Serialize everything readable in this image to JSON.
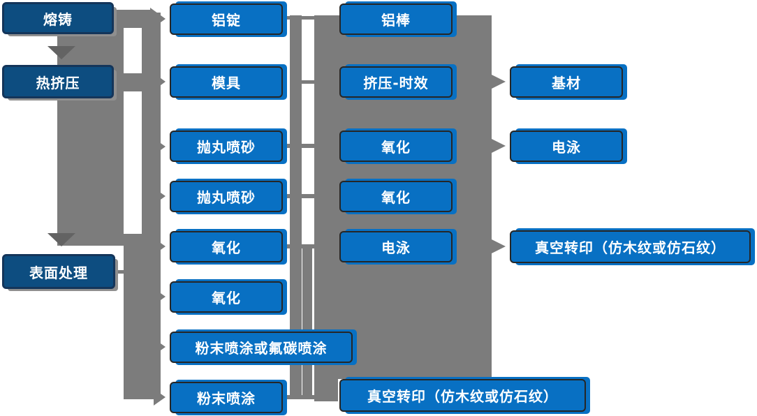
{
  "diagram": {
    "type": "process-flowchart",
    "language": "zh-CN",
    "colors": {
      "dark_blue": "#0d4d80",
      "bright_blue": "#0870c3",
      "connector_gray": "#7c7c7c",
      "box_border": "#262626",
      "text": "#ffffff"
    }
  },
  "nodes": [
    {
      "id": "melting-casting",
      "label": "熔铸"
    },
    {
      "id": "hot-extrusion",
      "label": "热挤压"
    },
    {
      "id": "surface-treatment",
      "label": "表面处理"
    },
    {
      "id": "aluminum-ingot",
      "label": "铝锭"
    },
    {
      "id": "mold",
      "label": "模具"
    },
    {
      "id": "shot-blasting-sandblasting-1",
      "label": "抛丸喷砂"
    },
    {
      "id": "shot-blasting-sandblasting-2",
      "label": "抛丸喷砂"
    },
    {
      "id": "oxidation-1",
      "label": "氧化"
    },
    {
      "id": "oxidation-2",
      "label": "氧化"
    },
    {
      "id": "powder-or-fluorocarbon-spraying",
      "label": "粉末喷涂或氟碳喷涂"
    },
    {
      "id": "powder-spraying",
      "label": "粉末喷涂"
    },
    {
      "id": "aluminum-rod",
      "label": "铝棒"
    },
    {
      "id": "extrusion-aging",
      "label": "挤压-时效"
    },
    {
      "id": "oxidation-3",
      "label": "氧化"
    },
    {
      "id": "oxidation-4",
      "label": "氧化"
    },
    {
      "id": "electrophoresis-1",
      "label": "电泳"
    },
    {
      "id": "vacuum-transfer-printing-1",
      "label": "真空转印（仿木纹或仿石纹）"
    },
    {
      "id": "base-material",
      "label": "基材"
    },
    {
      "id": "electrophoresis-2",
      "label": "电泳"
    },
    {
      "id": "vacuum-transfer-printing-2",
      "label": "真空转印（仿木纹或仿石纹）"
    }
  ]
}
